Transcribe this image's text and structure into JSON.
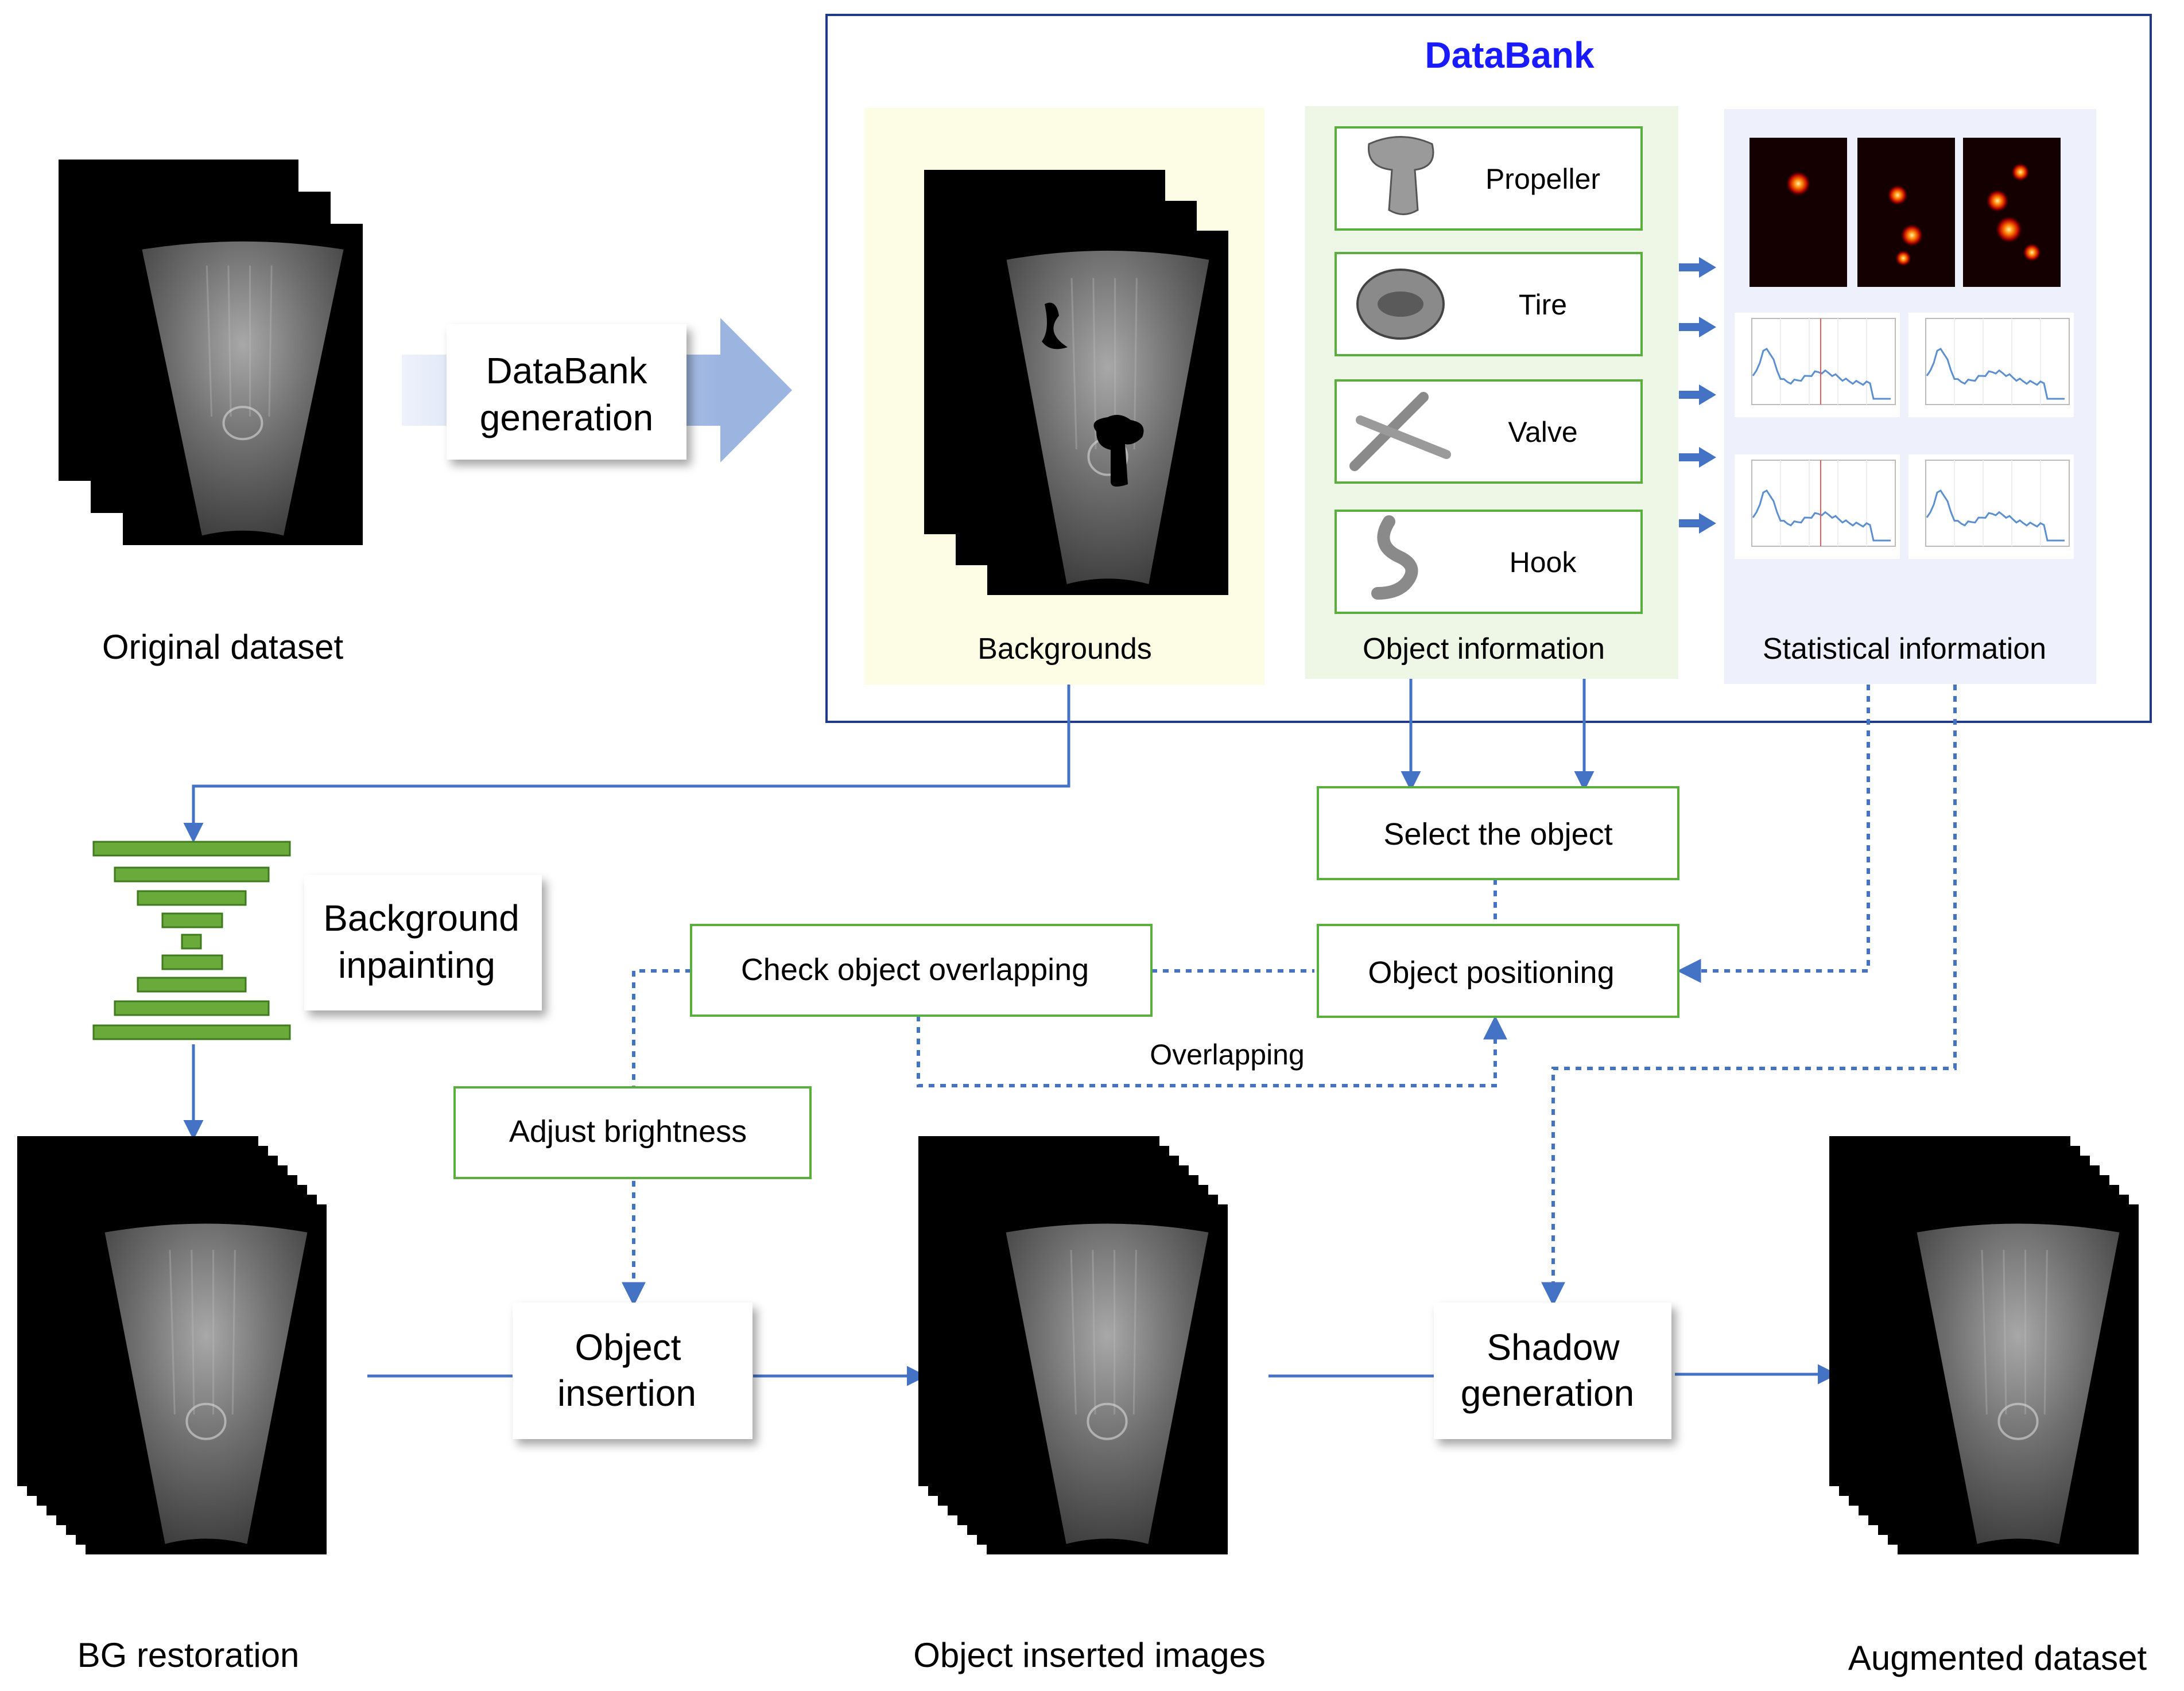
{
  "databank": {
    "title": "DataBank",
    "panels": {
      "backgrounds": "Backgrounds",
      "object_information": "Object information",
      "statistical_information": "Statistical information"
    },
    "objects": [
      "Propeller",
      "Tire",
      "Valve",
      "Hook"
    ]
  },
  "steps": {
    "databank_generation": [
      "DataBank",
      "generation"
    ],
    "background_inpainting": [
      "Background",
      "inpainting"
    ],
    "select_object": "Select the object",
    "object_positioning": "Object positioning",
    "check_overlapping": "Check object overlapping",
    "overlapping_label": "Overlapping",
    "adjust_brightness": "Adjust brightness",
    "object_insertion": [
      "Object",
      "insertion"
    ],
    "shadow_generation": [
      "Shadow",
      "generation"
    ]
  },
  "captions": {
    "original_dataset": "Original dataset",
    "bg_restoration": "BG restoration",
    "object_inserted_images": "Object inserted images",
    "augmented_dataset": "Augmented dataset"
  },
  "colors": {
    "arrow_blue": "#4472c4",
    "databank_title": "#1a1aff",
    "databank_border": "#1f3a8a",
    "green_border": "#5aae3e",
    "encoder_green": "#6aaa3a",
    "backgrounds_bg": "#fdfde6",
    "object_bg": "#eef7e6",
    "stats_bg": "#eef0fb"
  }
}
